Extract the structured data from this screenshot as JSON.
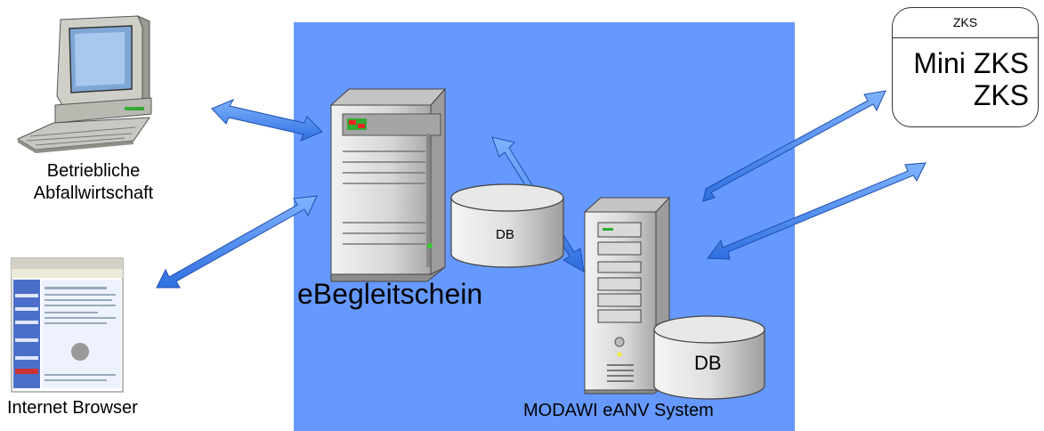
{
  "nodes": {
    "pc_label_line1": "Betriebliche",
    "pc_label_line2": "Abfallwirtschaft",
    "browser_label": "Internet Browser",
    "server_label": "eBegleitschein",
    "server_db_label": "DB",
    "modawi_label": "MODAWI eANV System",
    "modawi_db_label": "DB",
    "zks_header": "ZKS",
    "zks_line1": "Mini ZKS",
    "zks_line2": "ZKS"
  },
  "colors": {
    "panel": "#6699ff",
    "arrow": "#3a86ff",
    "server_body": "#d9d9d9",
    "db": "#e6e6e6"
  },
  "icons": [
    "desktop-computer-icon",
    "web-browser-screenshot-icon",
    "tower-server-icon",
    "database-cylinder-icon",
    "zks-card"
  ]
}
